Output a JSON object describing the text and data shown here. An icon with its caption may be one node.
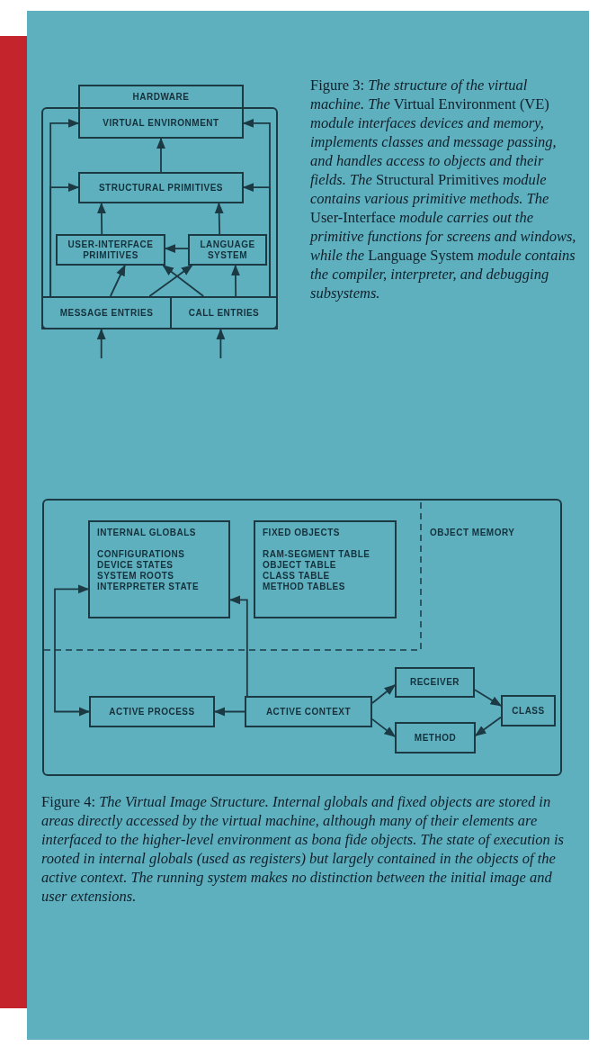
{
  "diagram": {
    "nodes": [
      {
        "text": [
          "HARDWARE"
        ]
      },
      {
        "text": [],
        "shape": "box"
      },
      {
        "text": [
          "VIRTUAL ENVIRONMENT"
        ],
        "in": 1
      },
      {
        "text": [
          "STRUCTURAL PRIMITIVES"
        ],
        "in": 1
      },
      {
        "text": [
          "USER-INTERFACE PRIMITIVES"
        ],
        "in": 1
      },
      {
        "text": [
          "LANGUAGE SYSTEM"
        ],
        "in": 1
      },
      {
        "text": [
          "MESSAGE ENTRIES"
        ],
        "in": 1
      },
      {
        "text": [
          "CALL ENTRIES"
        ],
        "in": 1
      },
      {
        "text": [],
        "shape": "box"
      },
      {
        "text": [
          "INTERNAL GLOBALS",
          "CONFIGURATIONS",
          "DEVICE STATES",
          "SYSTEM ROOTS",
          "INTERPRETER STATE"
        ],
        "in": 8
      },
      {
        "text": [
          "FIXED OBJECTS",
          "RAM-SEGMENT TABLE",
          "OBJECT TABLE",
          "CLASS TABLE",
          "METHOD TABLES"
        ],
        "in": 8
      },
      {
        "text": [
          "ACTIVE PROCESS"
        ],
        "in": 8
      },
      {
        "text": [
          "ACTIVE CONTEXT"
        ],
        "in": 8
      },
      {
        "text": [
          "RECEIVER"
        ],
        "in": 8
      },
      {
        "text": [
          "METHOD"
        ],
        "in": 8
      },
      {
        "text": [
          "CLASS"
        ],
        "in": 8
      }
    ],
    "edges": [
      {
        "from": 3,
        "to": 2,
        "arrow": "to"
      },
      {
        "from": 4,
        "to": 3,
        "arrow": "to"
      },
      {
        "from": 5,
        "to": 3,
        "arrow": "to"
      },
      {
        "from": 5,
        "to": 4,
        "arrow": "to"
      },
      {
        "from": 6,
        "to": 4,
        "arrow": "to"
      },
      {
        "from": 7,
        "to": 5,
        "arrow": "to"
      },
      {
        "from": 6,
        "to": 5,
        "arrow": "to"
      },
      {
        "from": 7,
        "to": 4,
        "arrow": "to"
      },
      {
        "from": 6,
        "to": 2,
        "arrow": "to"
      },
      {
        "from": 6,
        "to": 3,
        "arrow": "to"
      },
      {
        "from": 7,
        "to": 2,
        "arrow": "to"
      },
      {
        "from": 7,
        "to": 3,
        "arrow": "to"
      },
      {
        "from": null,
        "to": 6,
        "arrow": "to"
      },
      {
        "from": null,
        "to": 7,
        "arrow": "to"
      },
      {
        "from": 9,
        "to": 11,
        "arrow": "both"
      },
      {
        "from": 12,
        "to": 9,
        "arrow": "to"
      },
      {
        "from": 12,
        "to": 11,
        "arrow": "to"
      },
      {
        "from": 12,
        "to": 13,
        "arrow": "to"
      },
      {
        "from": 12,
        "to": 14,
        "arrow": "to"
      },
      {
        "from": 13,
        "to": 15,
        "arrow": "to"
      },
      {
        "from": 15,
        "to": 14,
        "arrow": "to"
      }
    ],
    "labels": [
      "Figure 3: *The structure of the virtual machine. The* Virtual Environment (VE) *module interfaces devices and memory, implements classes and message passing, and handles access to objects and their fields. The* Structural Primitives *module contains various primitive methods. The* User-Interface *module carries out the primitive functions for screens and windows, while the* Language System *module contains the compiler, interpreter, and debugging subsystems.*",
      "OBJECT MEMORY",
      "Figure 4: *The Virtual Image Structure. Internal globals and fixed objects are stored in areas directly accessed by the virtual machine, although many of their elements are interfaced to the higher-level environment as bona fide objects. The state of execution is rooted in internal globals (used as registers) but largely contained in the objects of the active context. The running system makes no distinction between the initial image and user extensions.*"
    ]
  }
}
